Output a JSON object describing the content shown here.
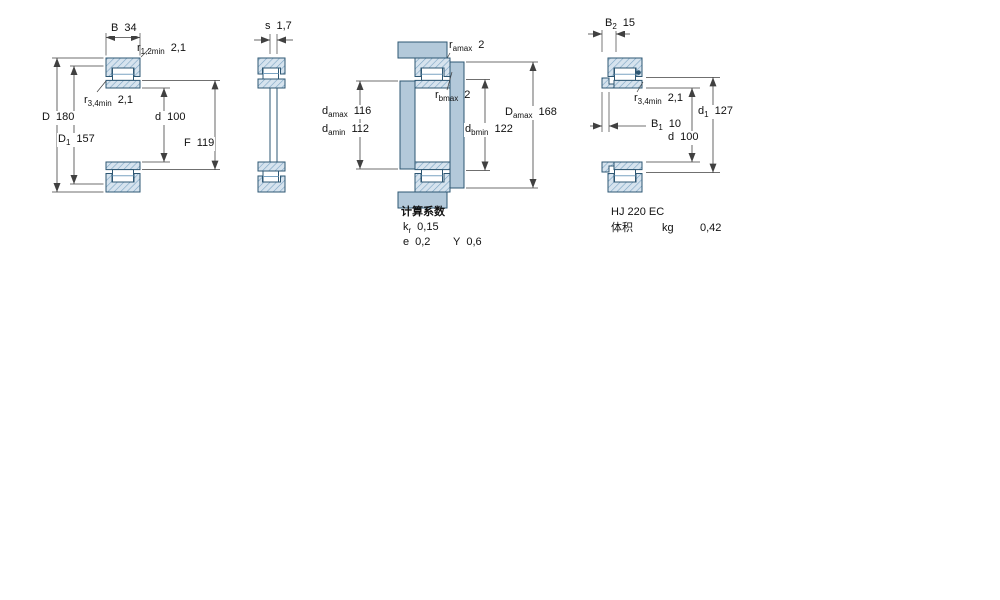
{
  "colors": {
    "outline": "#2e5773",
    "section_fill": "#d6e3ee",
    "hatch_line": "#7aa3c2",
    "abutment_fill": "#b3c9da",
    "dimension_line": "#404040",
    "text": "#111111"
  },
  "d1": {
    "B": {
      "sym": "B",
      "val": "34"
    },
    "r12": {
      "sym": "r",
      "sub": "1,2min",
      "val": "2,1"
    },
    "r34": {
      "sym": "r",
      "sub": "3,4min",
      "val": "2,1"
    },
    "D": {
      "sym": "D",
      "val": "180"
    },
    "D1": {
      "sym": "D",
      "sub": "1",
      "val": "157"
    },
    "d": {
      "sym": "d",
      "val": "100"
    },
    "F": {
      "sym": "F",
      "val": "119"
    }
  },
  "d2": {
    "s": {
      "sym": "s",
      "val": "1,7"
    }
  },
  "d3": {
    "ramax": {
      "sym": "r",
      "sub": "amax",
      "val": "2"
    },
    "rbmax": {
      "sym": "r",
      "sub": "bmax",
      "val": "2"
    },
    "damax": {
      "sym": "d",
      "sub": "amax",
      "val": "116"
    },
    "damin": {
      "sym": "d",
      "sub": "amin",
      "val": "112"
    },
    "Damax": {
      "sym": "D",
      "sub": "amax",
      "val": "168"
    },
    "dbmin": {
      "sym": "d",
      "sub": "bmin",
      "val": "122"
    },
    "calc_title": "计算系数",
    "kr": {
      "sym": "k",
      "sub": "r",
      "val": "0,15"
    },
    "e": {
      "sym": "e",
      "val": "0,2"
    },
    "Y": {
      "sym": "Y",
      "val": "0,6"
    }
  },
  "d4": {
    "B2": {
      "sym": "B",
      "sub": "2",
      "val": "15"
    },
    "r34": {
      "sym": "r",
      "sub": "3,4min",
      "val": "2,1"
    },
    "B1": {
      "sym": "B",
      "sub": "1",
      "val": "10"
    },
    "d1": {
      "sym": "d",
      "sub": "1",
      "val": "127"
    },
    "d": {
      "sym": "d",
      "val": "100"
    },
    "designation": "HJ 220 EC",
    "mass_label": "体积",
    "mass_unit": "kg",
    "mass_value": "0,42"
  }
}
